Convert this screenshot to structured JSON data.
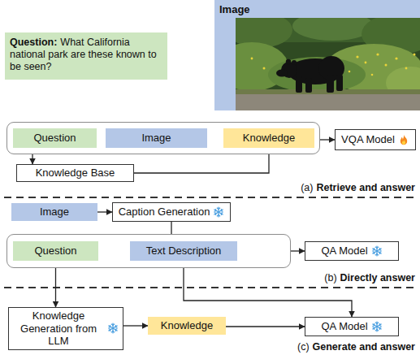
{
  "diagram": {
    "nodes": [
      {
        "text": [
          "Question:",
          "What California national park are these known to be seen?"
        ]
      },
      {
        "text": [
          "Image"
        ]
      },
      {
        "text": []
      },
      {
        "text": [
          "Question"
        ],
        "in": 2
      },
      {
        "text": [
          "Image"
        ],
        "in": 2
      },
      {
        "text": [
          "Knowledge"
        ],
        "in": 2
      },
      {
        "text": [
          "VQA Model"
        ]
      },
      {
        "text": [
          "Knowledge Base"
        ]
      },
      {
        "text": [
          "Image"
        ]
      },
      {
        "text": [
          "Caption Generation"
        ]
      },
      {
        "text": []
      },
      {
        "text": [
          "Question"
        ],
        "in": 10
      },
      {
        "text": [
          "Text Description"
        ],
        "in": 10
      },
      {
        "text": [
          "QA Model"
        ]
      },
      {
        "text": [
          "Knowledge Generation from LLM"
        ]
      },
      {
        "text": [
          "Knowledge"
        ]
      },
      {
        "text": [
          "QA Model"
        ]
      }
    ],
    "edges": [
      {
        "from": 2,
        "to": 6,
        "arrow": "to"
      },
      {
        "from": 2,
        "to": 7,
        "arrow": "to"
      },
      {
        "from": 7,
        "to": 5,
        "arrow": "to"
      },
      {
        "from": 8,
        "to": 9,
        "arrow": "to"
      },
      {
        "from": 9,
        "to": 12,
        "arrow": "to"
      },
      {
        "from": 10,
        "to": 13,
        "arrow": "to"
      },
      {
        "from": 11,
        "to": 14,
        "arrow": "to"
      },
      {
        "from": 14,
        "to": 15,
        "arrow": "to"
      },
      {
        "from": 15,
        "to": 16,
        "arrow": "to"
      },
      {
        "from": 12,
        "to": 16,
        "arrow": "to"
      }
    ],
    "labels": [
      "(a)",
      "Retrieve and answer",
      "(b)",
      "Directly answer",
      "(c)",
      "Generate and answer"
    ]
  }
}
